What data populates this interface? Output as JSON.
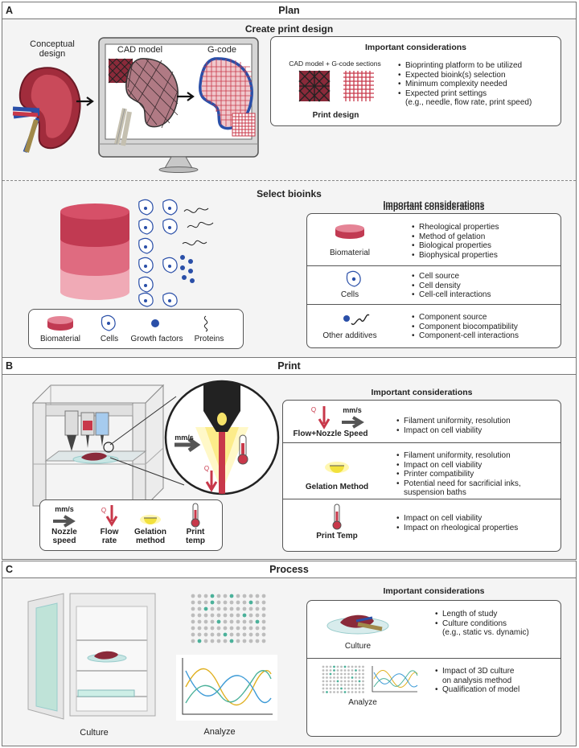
{
  "panelA": {
    "letter": "A",
    "header": "Plan",
    "create_title": "Create print design",
    "conceptual_label": "Conceptual\ndesign",
    "cad_label": "CAD model",
    "gcode_label": "G-code",
    "considerations_title": "Important considerations",
    "sections_caption": "CAD model + G-code sections",
    "print_design_label": "Print design",
    "design_items": [
      "Bioprinting platform to be utilized",
      "Expected bioink(s) selection",
      "Minimum complexity needed",
      "Expected print settings\n(e.g., needle, flow rate, print speed)"
    ],
    "select_title": "Select bioinks",
    "legend": [
      "Biomaterial",
      "Cells",
      "Growth factors",
      "Proteins"
    ],
    "bioink_considerations_title": "Important considerations",
    "bioink_rows": [
      {
        "label": "Biomaterial",
        "items": [
          "Rheological properties",
          "Method of gelation",
          "Biological properties",
          "Biophysical properties"
        ]
      },
      {
        "label": "Cells",
        "items": [
          "Cell source",
          "Cell density",
          "Cell-cell interactions"
        ]
      },
      {
        "label": "Other additives",
        "items": [
          "Component source",
          "Component biocompatibility",
          "Component-cell interactions"
        ]
      }
    ]
  },
  "panelB": {
    "letter": "B",
    "header": "Print",
    "zoom_speed_label": "mm/s",
    "zoom_q_label": "Q",
    "legend": [
      {
        "unit": "mm/s",
        "label": "Nozzle\nspeed"
      },
      {
        "unit": "Q",
        "label": "Flow\nrate"
      },
      {
        "unit": "",
        "label": "Gelation\nmethod"
      },
      {
        "unit": "",
        "label": "Print\ntemp"
      }
    ],
    "considerations_title": "Important considerations",
    "rows": [
      {
        "q": "Q",
        "speed": "mm/s",
        "label": "Flow+Nozzle Speed",
        "items": [
          "Filament uniformity, resolution",
          "Impact on cell viability"
        ]
      },
      {
        "label": "Gelation Method",
        "items": [
          "Filament uniformity, resolution",
          "Impact on cell viability",
          "Printer compatibility",
          "Potential need for sacrificial inks,\nsuspension baths"
        ]
      },
      {
        "label": "Print Temp",
        "items": [
          "Impact on cell viability",
          "Impact on rheological properties"
        ]
      }
    ]
  },
  "panelC": {
    "letter": "C",
    "header": "Process",
    "culture_label": "Culture",
    "analyze_label": "Analyze",
    "considerations_title": "Important considerations",
    "rows": [
      {
        "label": "Culture",
        "items": [
          "Length of study",
          "Culture conditions\n(e.g., static vs. dynamic)"
        ]
      },
      {
        "label": "Analyze",
        "items": [
          "Impact of 3D culture\non analysis method",
          "Qualification of model"
        ]
      }
    ]
  },
  "colors": {
    "accent_red": "#c8384a",
    "blue": "#2a4fa8",
    "teal": "#4bb19a",
    "panel_bg": "#f4f4f4"
  }
}
